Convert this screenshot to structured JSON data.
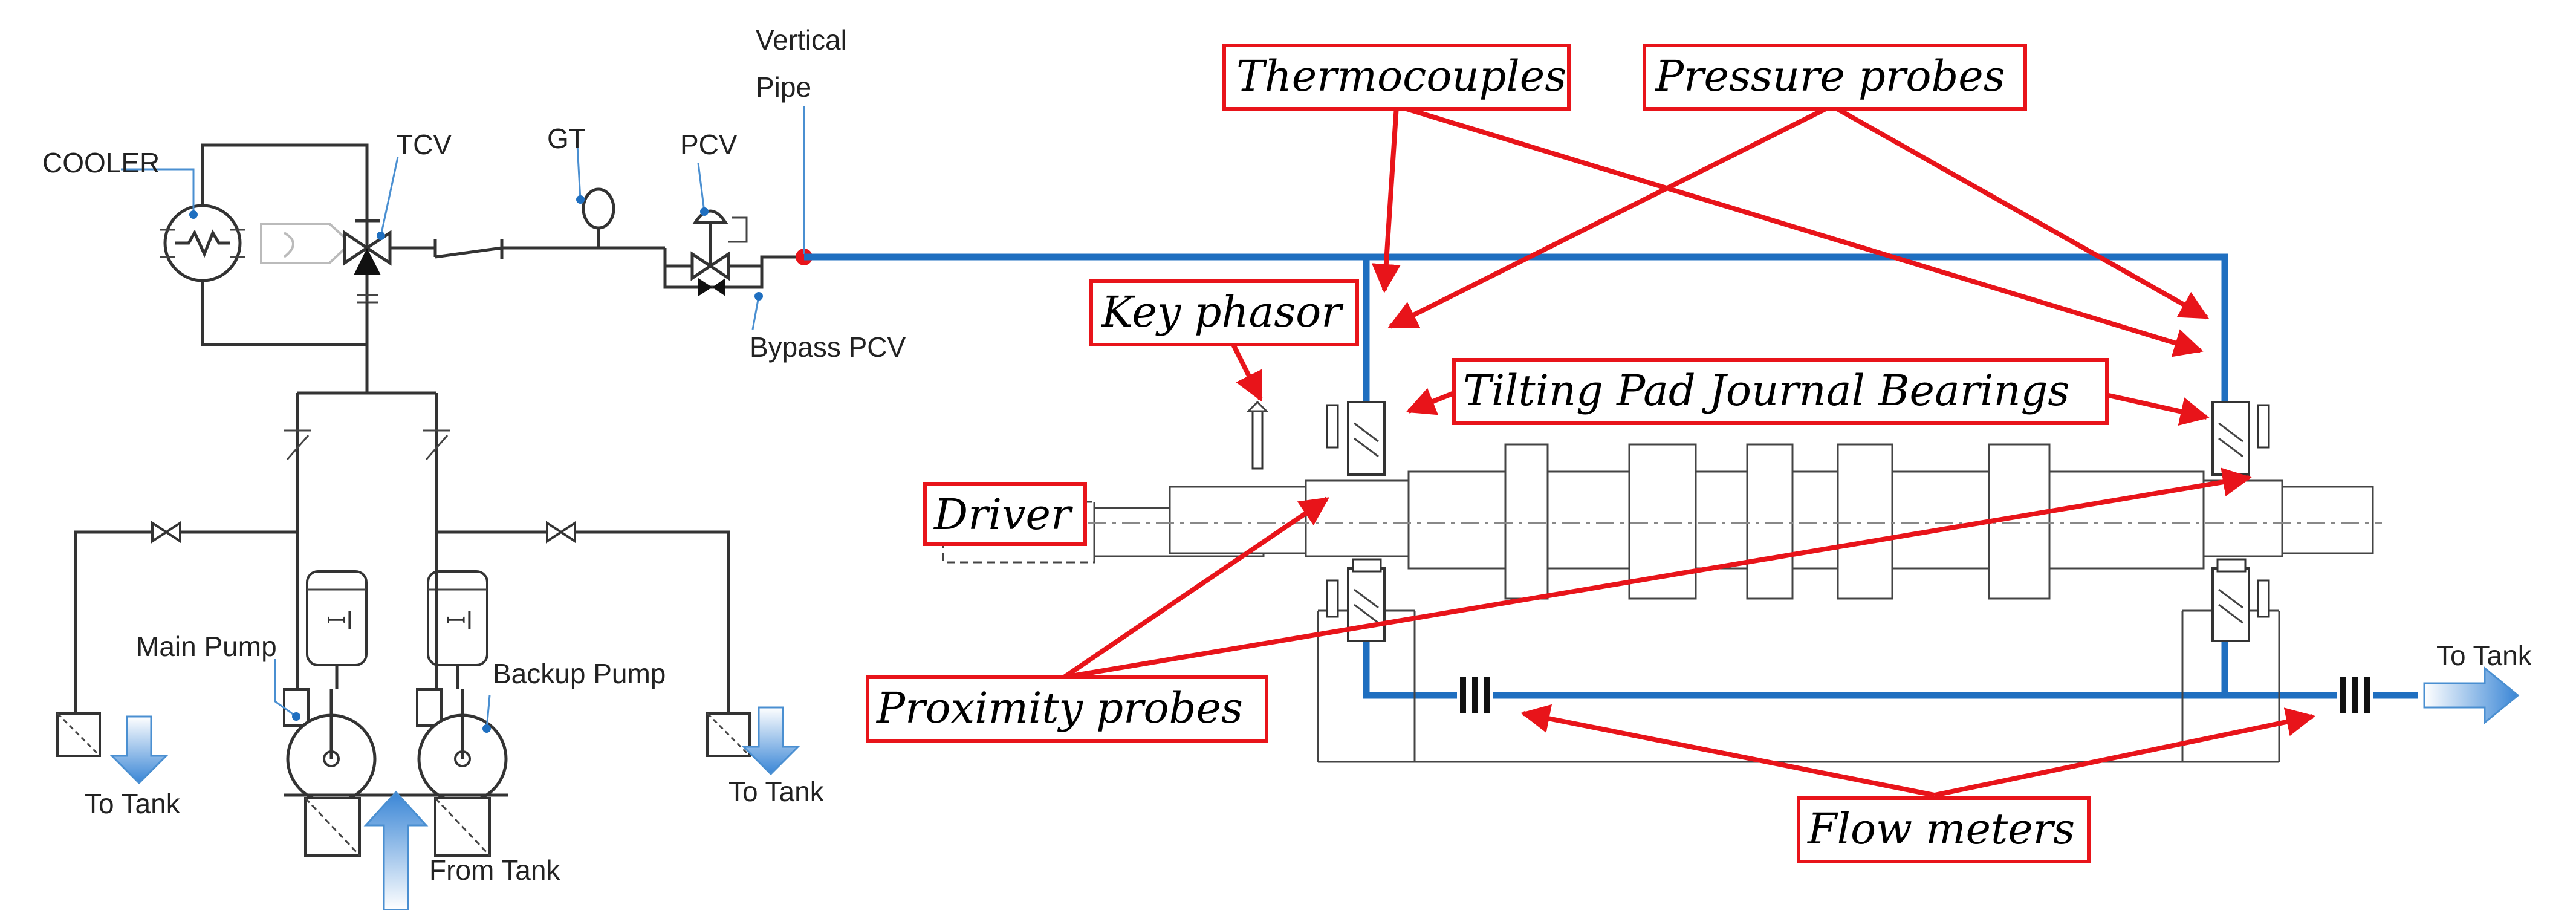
{
  "colors": {
    "callout_red": "#e8141a",
    "oil_line_blue": "#1f6fc0",
    "flow_arrow_blue": "#4a8fd1"
  },
  "schematic_labels": {
    "vertical_pipe_line1": "Vertical",
    "vertical_pipe_line2": "Pipe",
    "cooler": "COOLER",
    "tcv": "TCV",
    "gt": "GT",
    "pcv": "PCV",
    "bypass_pcv": "Bypass PCV",
    "main_pump": "Main Pump",
    "backup_pump": "Backup Pump",
    "to_tank_left": "To Tank",
    "to_tank_mid": "To Tank",
    "to_tank_right": "To Tank",
    "from_tank": "From  Tank",
    "pump_glyph": "ꟷI"
  },
  "callouts": {
    "thermocouples": "Thermocouples",
    "pressure_probes": "Pressure probes",
    "key_phasor": "Key phasor",
    "tilting_pad": "Tilting Pad Journal Bearings",
    "driver": "Driver",
    "proximity_probes": "Proximity probes",
    "flow_meters": "Flow meters"
  }
}
